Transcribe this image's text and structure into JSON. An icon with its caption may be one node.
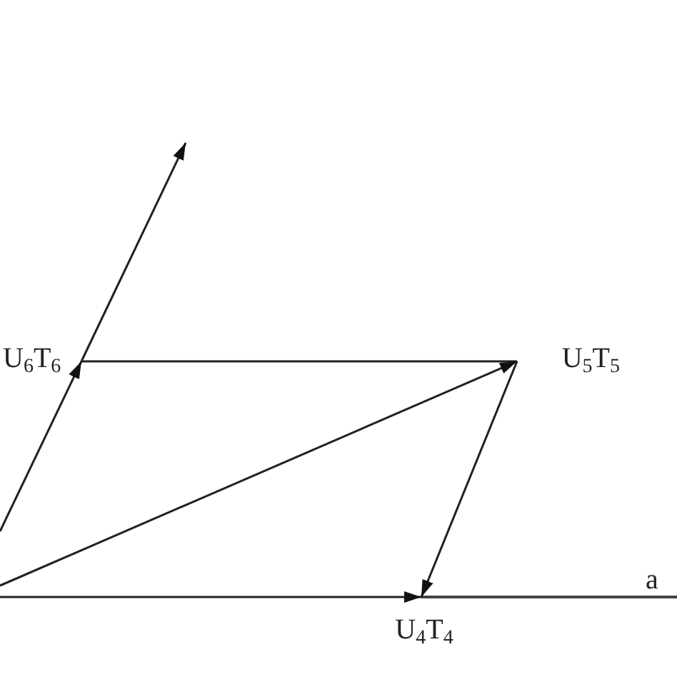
{
  "diagram": {
    "nodes": [
      {
        "text": [
          "U$_{6}$T$_{6}$"
        ]
      },
      {
        "text": [
          "U$_{5}$T$_{5}$"
        ]
      },
      {
        "text": [
          "U$_{4}$T$_{4}$"
        ]
      }
    ],
    "edges": [
      {
        "from": null,
        "to": 0,
        "arrow": "to"
      },
      {
        "from": 0,
        "to": null,
        "arrow": "to"
      },
      {
        "from": 0,
        "to": 1,
        "arrow": "none"
      },
      {
        "from": null,
        "to": 1,
        "arrow": "to"
      },
      {
        "from": 1,
        "to": 2,
        "arrow": "to"
      },
      {
        "from": null,
        "to": 2,
        "arrow": "to"
      }
    ],
    "labels": [
      "a"
    ]
  }
}
